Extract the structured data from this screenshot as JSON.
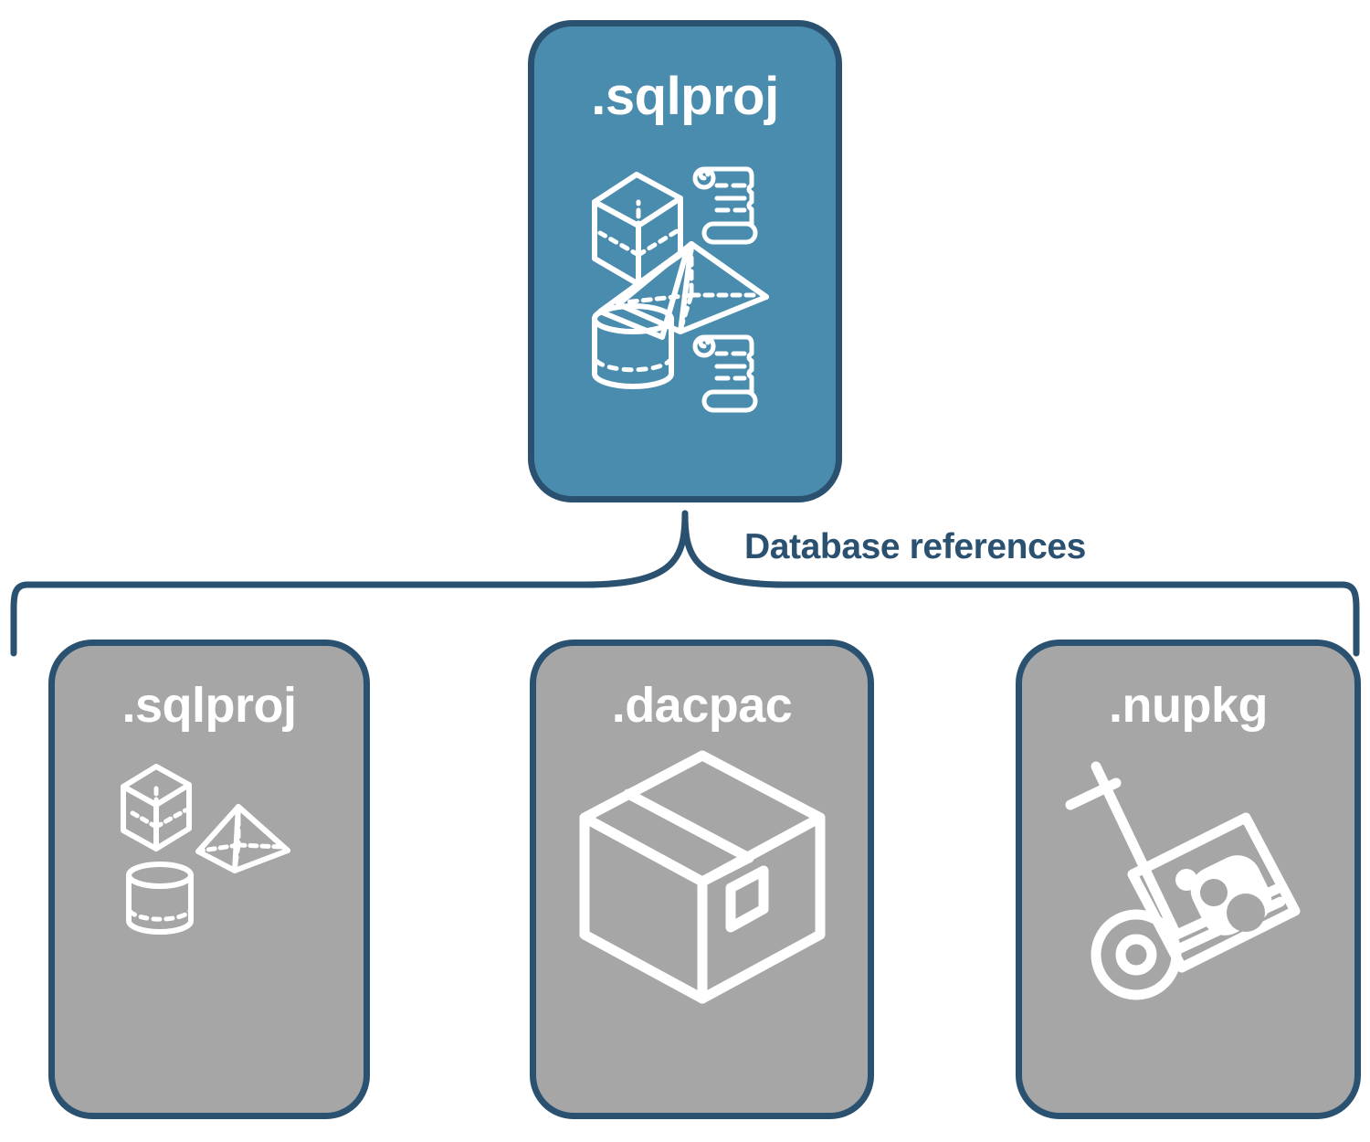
{
  "diagram": {
    "title_node": {
      "label": ".sqlproj",
      "fill_color": "#4a8cae",
      "border_color": "#2b5171",
      "text_color": "#ffffff",
      "icons": [
        "cube-icon",
        "scroll-icon",
        "pyramid-icon",
        "cylinder-icon",
        "scroll-icon"
      ]
    },
    "connector": {
      "label": "Database references",
      "label_color": "#2b5171",
      "stroke_color": "#2b5171"
    },
    "children": [
      {
        "label": ".sqlproj",
        "fill_color": "#a6a6a6",
        "border_color": "#2b5171",
        "text_color": "#ffffff",
        "icons": [
          "cube-icon",
          "pyramid-icon",
          "cylinder-icon"
        ]
      },
      {
        "label": ".dacpac",
        "fill_color": "#a6a6a6",
        "border_color": "#2b5171",
        "text_color": "#ffffff",
        "icons": [
          "package-box-icon"
        ]
      },
      {
        "label": ".nupkg",
        "fill_color": "#a6a6a6",
        "border_color": "#2b5171",
        "text_color": "#ffffff",
        "icons": [
          "hand-truck-package-icon"
        ]
      }
    ]
  }
}
